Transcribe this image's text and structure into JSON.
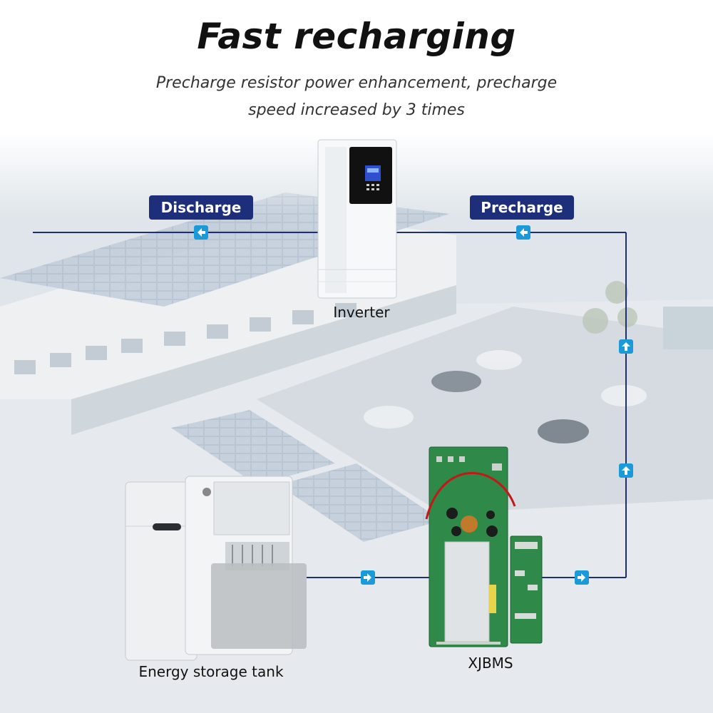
{
  "header": {
    "title": "Fast recharging",
    "subtitle_line1": "Precharge resistor power enhancement, precharge",
    "subtitle_line2": "speed increased by 3 times"
  },
  "flows": {
    "discharge_label": "Discharge",
    "precharge_label": "Precharge"
  },
  "components": {
    "inverter_label": "Inverter",
    "storage_label": "Energy storage tank",
    "bms_label": "XJBMS"
  },
  "colors": {
    "line": "#1d2e7a",
    "arrow": "#1a9ad9",
    "pill": "#1d2e7a",
    "pcb": "#2f8a4a"
  },
  "icons": [
    "arrow-left-icon",
    "arrow-up-icon",
    "arrow-right-icon"
  ]
}
